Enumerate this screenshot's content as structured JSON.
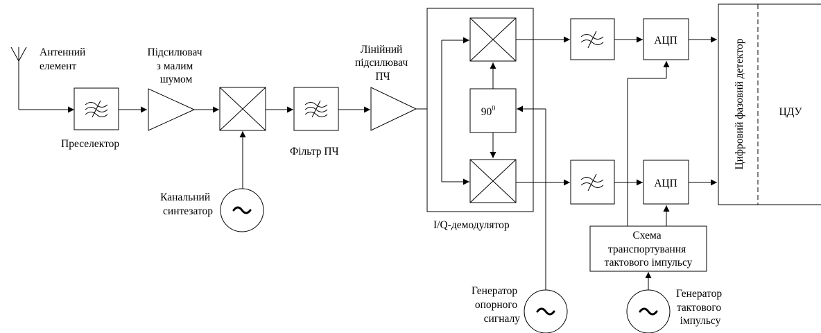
{
  "diagram": {
    "antenna_label": [
      "Антенний",
      "елемент"
    ],
    "preselector_label": "Преселектор",
    "lna_label": [
      "Підсилювач",
      "з малим",
      "шумом"
    ],
    "channel_synth_label": [
      "Канальний",
      "синтезатор"
    ],
    "if_filter_label": "Фільтр ПЧ",
    "if_amp_label": [
      "Лінійний",
      "підсилювач",
      "ПЧ"
    ],
    "phase_shifter_label": "90",
    "phase_shifter_sup": "0",
    "iq_demod_label": "I/Q-демодулятор",
    "ref_gen_label": [
      "Генератор",
      "опорного",
      "сигналу"
    ],
    "adc_top_label": "АЦП",
    "adc_bottom_label": "АЦП",
    "clock_scheme_label": [
      "Схема",
      "транспортування",
      "тактового імпульсу"
    ],
    "clock_gen_label": [
      "Генератор",
      "тактового",
      "імпульсу"
    ],
    "phase_detector_label": "Цифровий фазовий детектор",
    "ddc_label": "ЦДУ"
  }
}
